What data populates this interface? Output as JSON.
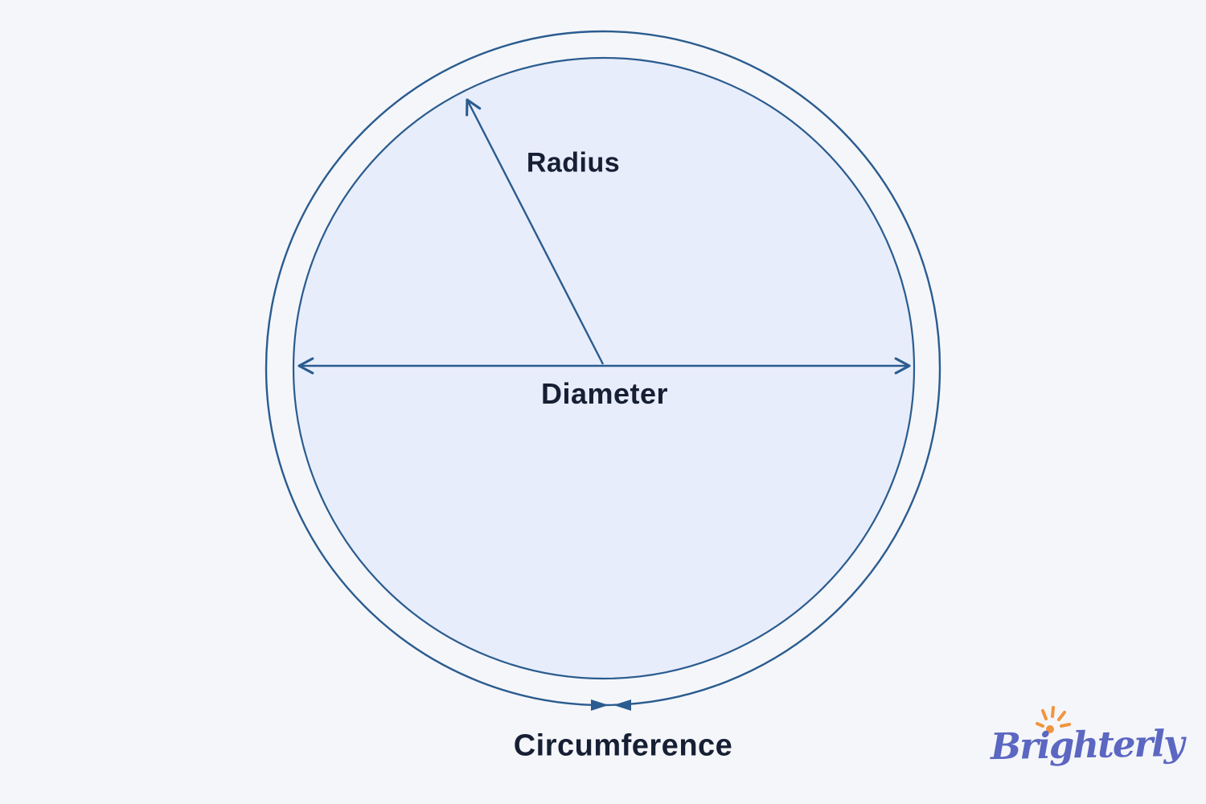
{
  "diagram": {
    "labels": {
      "radius": "Radius",
      "diameter": "Diameter",
      "circumference": "Circumference"
    },
    "colors": {
      "background": "#F5F6FA",
      "circle_fill": "#E8EDFB",
      "stroke": "#2A5C8F",
      "label_text": "#161F33"
    }
  },
  "logo": {
    "text": "Brighterly",
    "colors": {
      "text": "#5B67C1",
      "sun": "#F0953F"
    }
  }
}
